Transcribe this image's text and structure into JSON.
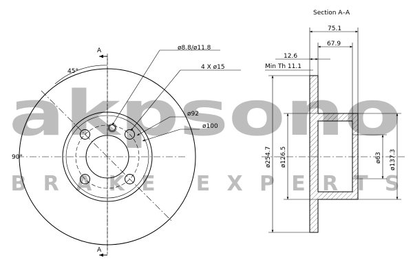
{
  "watermark": {
    "logo_text": "akpsono",
    "tagline": "BRAKE EXPERTS",
    "color": "#bdbdbd"
  },
  "front_view": {
    "section_mark_top": "A",
    "section_mark_bottom": "A",
    "angle_45": "45°",
    "angle_90": "90°",
    "hole_label": "ø8.8/ø11.8",
    "bolt_label": "4 X ø15",
    "pcd_label": "ø92",
    "centre_ring_label": "ø100"
  },
  "section_view": {
    "title": "Section A–A",
    "dim_total_height": "75.1",
    "dim_hat_height": "67.9",
    "dim_thickness": "12.6",
    "min_thickness": "Min Th 11.1",
    "dia_outer": "ø254.7",
    "dia_inner": "ø126.5",
    "dia_centre_bore": "ø63",
    "dia_hat": "ø137.3"
  }
}
